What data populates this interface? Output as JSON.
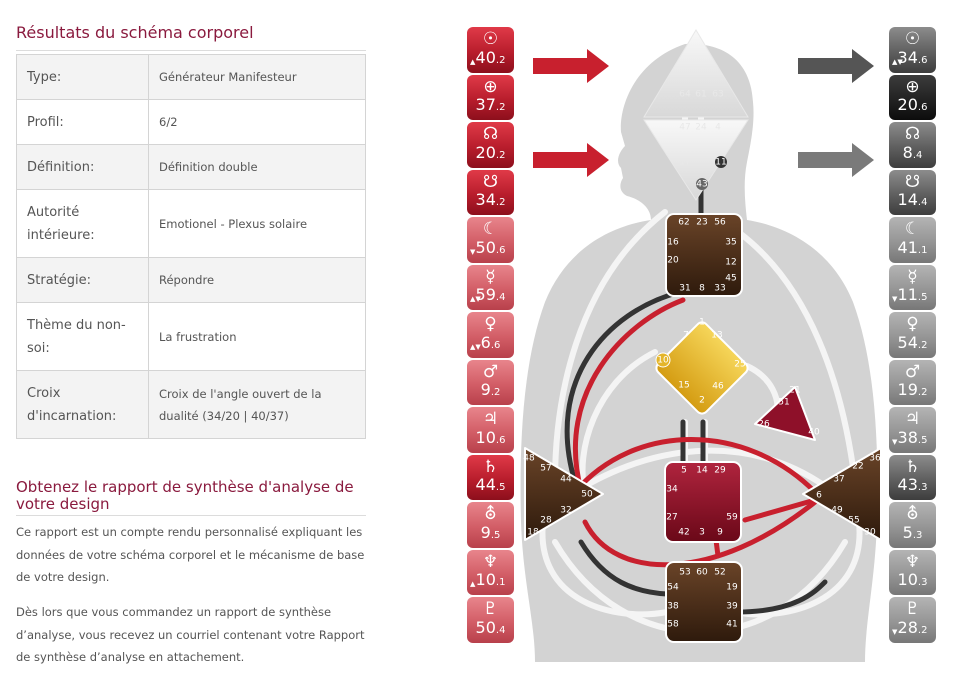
{
  "report": {
    "title": "Résultats du schéma corporel",
    "properties": [
      {
        "label": "Type:",
        "value": "Générateur Manifesteur"
      },
      {
        "label": "Profil:",
        "value": "6/2"
      },
      {
        "label": "Définition:",
        "value": "Définition double"
      },
      {
        "label": "Autorité intérieure:",
        "value": "Emotionel - Plexus solaire"
      },
      {
        "label": "Stratégie:",
        "value": "Répondre"
      },
      {
        "label": "Thème du non-soi:",
        "value": "La frustration"
      },
      {
        "label": "Croix d'incarnation:",
        "value": "Croix de l'angle ouvert de la dualité (34/20 | 40/37)"
      }
    ]
  },
  "synthesis": {
    "heading": "Obtenez le rapport de synthèse d'analyse de votre design",
    "paragraph1": "Ce rapport est un compte rendu personnalisé expliquant les données de votre schéma corporel et le mécanisme de base de votre design.",
    "paragraph2": "Dès lors que vous commandez un rapport de synthèse d’analyse, vous recevez un courriel contenant votre Rapport de synthèse d’analyse en attachement."
  },
  "design_planets": [
    {
      "symbol": "☉",
      "gate": "40",
      "line": ".2",
      "icon": "sun-icon",
      "mark": "▲",
      "tone": "design"
    },
    {
      "symbol": "⊕",
      "gate": "37",
      "line": ".2",
      "icon": "earth-icon",
      "mark": "",
      "tone": "design"
    },
    {
      "symbol": "☊",
      "gate": "20",
      "line": ".2",
      "icon": "north-node-icon",
      "mark": "",
      "tone": "design"
    },
    {
      "symbol": "☋",
      "gate": "34",
      "line": ".2",
      "icon": "south-node-icon",
      "mark": "",
      "tone": "design"
    },
    {
      "symbol": "☾",
      "gate": "50",
      "line": ".6",
      "icon": "moon-icon",
      "mark": "▼",
      "tone": "design lite"
    },
    {
      "symbol": "☿",
      "gate": "59",
      "line": ".4",
      "icon": "mercury-icon",
      "mark": "▲▼",
      "tone": "design lite"
    },
    {
      "symbol": "♀",
      "gate": "6",
      "line": ".6",
      "icon": "venus-icon",
      "mark": "▲▼",
      "tone": "design lite"
    },
    {
      "symbol": "♂",
      "gate": "9",
      "line": ".2",
      "icon": "mars-icon",
      "mark": "",
      "tone": "design lite"
    },
    {
      "symbol": "♃",
      "gate": "10",
      "line": ".6",
      "icon": "jupiter-icon",
      "mark": "",
      "tone": "design lite"
    },
    {
      "symbol": "♄",
      "gate": "44",
      "line": ".5",
      "icon": "saturn-icon",
      "mark": "",
      "tone": "design"
    },
    {
      "symbol": "⛢",
      "gate": "9",
      "line": ".5",
      "icon": "uranus-icon",
      "mark": "",
      "tone": "design lite"
    },
    {
      "symbol": "♆",
      "gate": "10",
      "line": ".1",
      "icon": "neptune-icon",
      "mark": "▲",
      "tone": "design lite"
    },
    {
      "symbol": "♇",
      "gate": "50",
      "line": ".4",
      "icon": "pluto-icon",
      "mark": "",
      "tone": "design lite"
    }
  ],
  "personality_planets": [
    {
      "symbol": "☉",
      "gate": "34",
      "line": ".6",
      "icon": "sun-icon",
      "mark": "▲▼",
      "tone": "person"
    },
    {
      "symbol": "⊕",
      "gate": "20",
      "line": ".6",
      "icon": "earth-icon",
      "mark": "",
      "tone": "person dark"
    },
    {
      "symbol": "☊",
      "gate": "8",
      "line": ".4",
      "icon": "north-node-icon",
      "mark": "",
      "tone": "person"
    },
    {
      "symbol": "☋",
      "gate": "14",
      "line": ".4",
      "icon": "south-node-icon",
      "mark": "",
      "tone": "person"
    },
    {
      "symbol": "☾",
      "gate": "41",
      "line": ".1",
      "icon": "moon-icon",
      "mark": "",
      "tone": "person lite"
    },
    {
      "symbol": "☿",
      "gate": "11",
      "line": ".5",
      "icon": "mercury-icon",
      "mark": "▼",
      "tone": "person lite"
    },
    {
      "symbol": "♀",
      "gate": "54",
      "line": ".2",
      "icon": "venus-icon",
      "mark": "",
      "tone": "person lite"
    },
    {
      "symbol": "♂",
      "gate": "19",
      "line": ".2",
      "icon": "mars-icon",
      "mark": "",
      "tone": "person lite"
    },
    {
      "symbol": "♃",
      "gate": "38",
      "line": ".5",
      "icon": "jupiter-icon",
      "mark": "▼",
      "tone": "person lite"
    },
    {
      "symbol": "♄",
      "gate": "43",
      "line": ".3",
      "icon": "saturn-icon",
      "mark": "",
      "tone": "person"
    },
    {
      "symbol": "⛢",
      "gate": "5",
      "line": ".3",
      "icon": "uranus-icon",
      "mark": "",
      "tone": "person lite"
    },
    {
      "symbol": "♆",
      "gate": "10",
      "line": ".3",
      "icon": "neptune-icon",
      "mark": "",
      "tone": "person lite"
    },
    {
      "symbol": "♇",
      "gate": "28",
      "line": ".2",
      "icon": "pluto-icon",
      "mark": "▼",
      "tone": "person lite"
    }
  ],
  "bodygraph": {
    "colors": {
      "design": "#c8202e",
      "personality": "#333333",
      "sacral": "#8e1029",
      "g_center": "#e4b52a",
      "motor": "#4a2e18",
      "undefined": "#d6d6d6"
    },
    "head_gates": [
      "64",
      "61",
      "63"
    ],
    "ajna_gates": [
      "47",
      "24",
      "4",
      "17",
      "11",
      "43"
    ],
    "throat_gates": [
      "62",
      "23",
      "56",
      "16",
      "35",
      "20",
      "12",
      "45",
      "31",
      "8",
      "33"
    ],
    "g_gates": [
      "1",
      "13",
      "7",
      "10",
      "25",
      "15",
      "46",
      "2"
    ],
    "heart_gates": [
      "21",
      "51",
      "26",
      "40"
    ],
    "spleen_gates": [
      "48",
      "57",
      "44",
      "50",
      "32",
      "28",
      "18"
    ],
    "sacral_gates": [
      "5",
      "14",
      "29",
      "34",
      "27",
      "59",
      "42",
      "3",
      "9"
    ],
    "solar_gates": [
      "36",
      "22",
      "37",
      "6",
      "49",
      "55",
      "30"
    ],
    "root_gates": [
      "53",
      "60",
      "52",
      "54",
      "19",
      "38",
      "39",
      "58",
      "41"
    ]
  }
}
